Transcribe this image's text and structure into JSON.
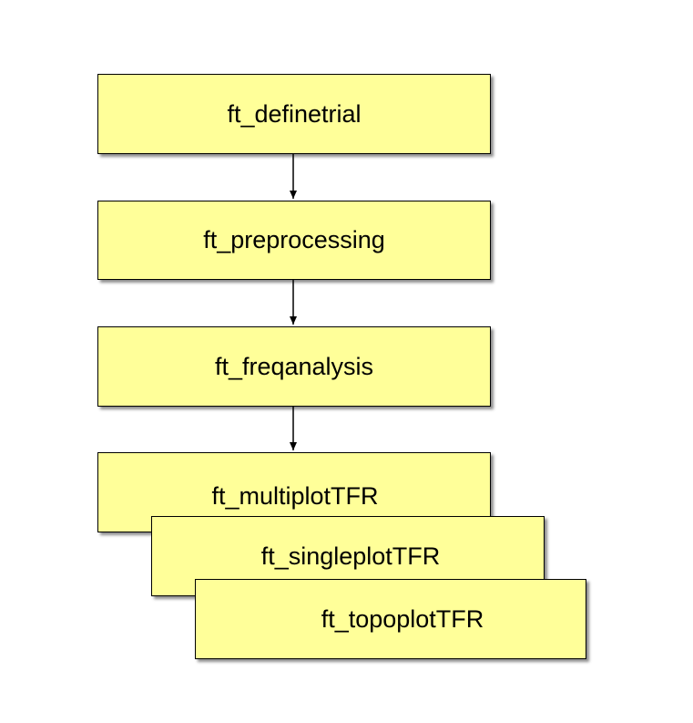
{
  "diagram": {
    "nodes": [
      {
        "id": "definetrial",
        "label": "ft_definetrial"
      },
      {
        "id": "preprocessing",
        "label": "ft_preprocessing"
      },
      {
        "id": "freqanalysis",
        "label": "ft_freqanalysis"
      },
      {
        "id": "multiplotTFR",
        "label": "ft_multiplotTFR"
      },
      {
        "id": "singleplotTFR",
        "label": "ft_singleplotTFR"
      },
      {
        "id": "topoplotTFR",
        "label": "ft_topoplotTFR"
      }
    ],
    "edges": [
      {
        "from": "definetrial",
        "to": "preprocessing"
      },
      {
        "from": "preprocessing",
        "to": "freqanalysis"
      },
      {
        "from": "freqanalysis",
        "to": "multiplotTFR"
      }
    ],
    "colors": {
      "box_fill": "#ffff99",
      "box_border": "#000000",
      "arrow": "#000000"
    }
  }
}
